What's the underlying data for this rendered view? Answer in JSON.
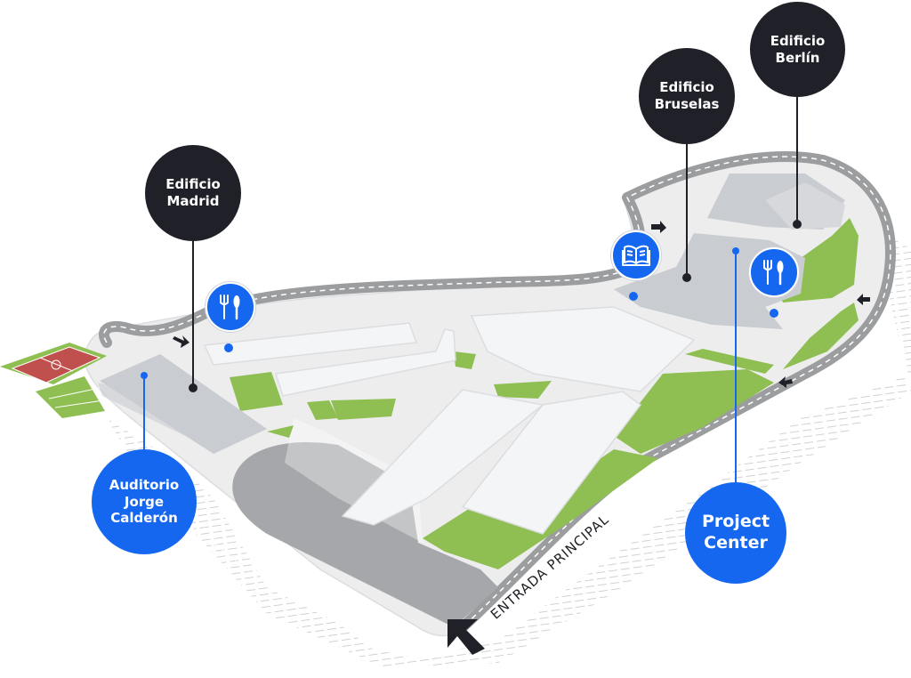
{
  "buildings": {
    "madrid": "Edificio\nMadrid",
    "bruselas": "Edificio\nBruselas",
    "berlin": "Edificio\nBerlín"
  },
  "places": {
    "auditorio": "Auditorio\nJorge\nCalderón",
    "project_center": "Project\nCenter"
  },
  "entrance_label": "ENTRADA PRINCIPAL",
  "icons": [
    "restaurant-icon",
    "library-icon",
    "restaurant-icon"
  ],
  "colors": {
    "dark_marker": "#1f2028",
    "blue_marker": "#1567f0",
    "grass": "#8fbf52",
    "road": "#9b9d9f",
    "pavement": "#e9eaeb",
    "building": "#c9ccd0",
    "sports_court": "#c0504d"
  }
}
